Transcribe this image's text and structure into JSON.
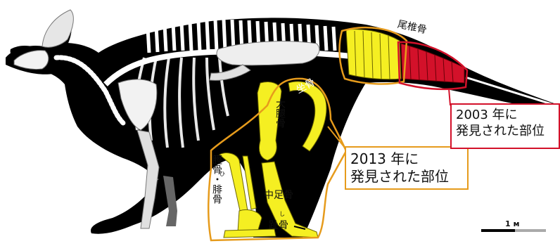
{
  "labels": {
    "caudal_vertebrae": "尾椎骨",
    "ischium": "坐骨",
    "femur": "大腿骨",
    "tibia_fibula": "脛骨・腓骨",
    "fibula_ruby": "ひ",
    "metatarsal": "中足骨",
    "phalanx": "趾骨",
    "phalanx_ruby": "し",
    "scale": "1 м"
  },
  "boxes": {
    "found_2013": {
      "line1": "2013 年に",
      "line2": "発見された部位"
    },
    "found_2003": {
      "line1": "2003 年に",
      "line2": "発見された部位"
    }
  },
  "colors": {
    "silhouette": "#000000",
    "bone": "#ffffff",
    "bone_shade": "#bdbdbd",
    "found_2013_fill": "#f5ef22",
    "found_2013_outline": "#e69b1c",
    "found_2003_fill": "#d3112a",
    "found_2003_outline": "#d3112a"
  }
}
